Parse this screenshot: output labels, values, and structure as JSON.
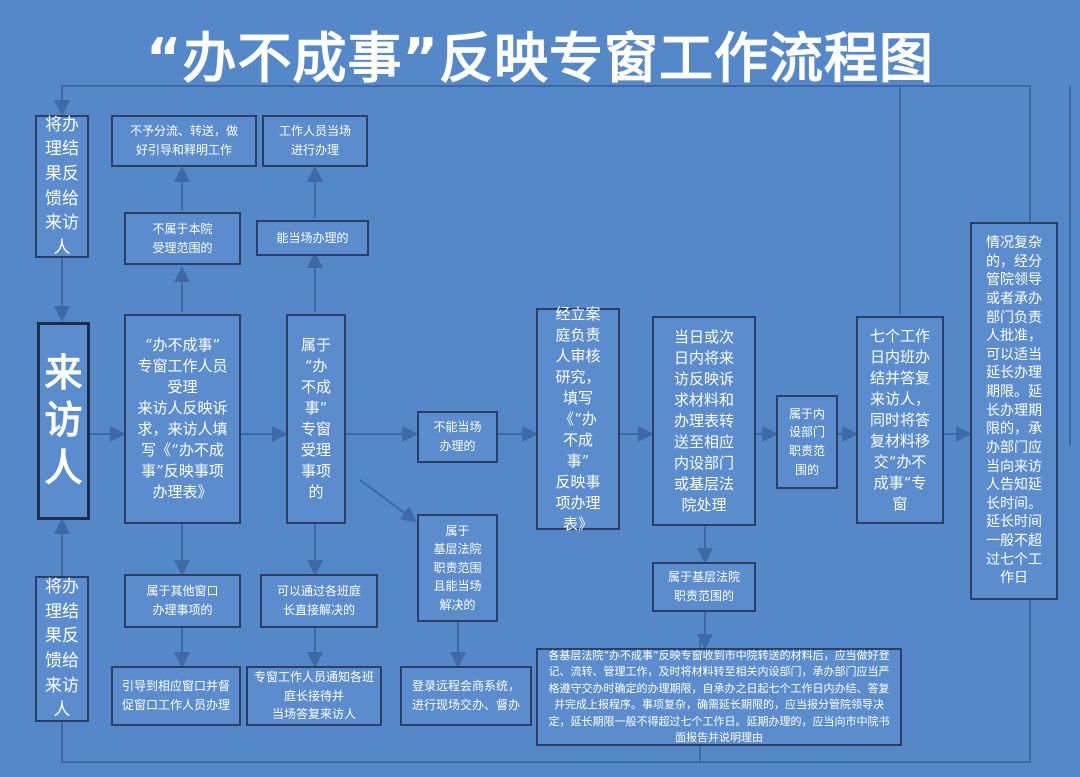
{
  "title": "“办不成事”反映专窗工作流程图",
  "boxes": {
    "feedback_top": "将办\n理结\n果反\n馈给\n来访\n人",
    "visitor": "来\n访\n人",
    "feedback_bottom": "将办\n理结\n果反\n馈给\n来访\n人",
    "no_divert": "不予分流、转送，做\n好引导和释明工作",
    "staff_onsite": "工作人员当场\n进行办理",
    "not_in_scope": "不属于本院\n受理范围的",
    "can_onsite": "能当场办理的",
    "accept": "“办不成事”\n专窗工作人员\n受理\n来访人反映诉\n求，来访人填\n写《“办不成\n事”反映事项\n办理表》",
    "belongs": "属于\n“办\n不成\n事”\n专窗\n受理\n事项\n的",
    "other_window": "属于其他窗口\n办理事项的",
    "tingzhang": "可以通过各班庭\n长直接解决的",
    "guide_window": "引导到相应窗口并督\n促窗口工作人员办理",
    "notify_tingzhang": "专窗工作人员通知各班\n庭长接待并\n当场答复来访人",
    "cannot_onsite": "不能当场\n办理的",
    "grassroots_scope": "属于\n基层法院\n职责范围\n且能当场\n解决的",
    "remote": "登录远程会商系统，\n进行现场交办、督办",
    "review": "经立案\n庭负责\n人审核\n研究，\n填写\n《“办\n不成\n事”\n反映事\n项办理\n表》",
    "transfer": "当日或次\n日内将来\n访反映诉\n求材料和\n办理表转\n送至相应\n内设部门\n或基层法\n院处理",
    "dept_scope": "属于内\n设部门\n职责范\n围的",
    "grassroots_scope2": "属于基层法院\n职责范围的",
    "seven_days": "七个工作\n日内班办\n结并答复\n来访人，\n同时将答\n复材料移\n交“办不\n成事”专\n窗",
    "complex": "情况复杂\n的，经分\n管院领导\n或者承办\n部门负责\n人批准，\n可以适当\n延长办理\n期限。延\n长办理期\n限的，承\n办部门应\n当向来访\n人告知延\n长时间。\n延长时间\n一般不超\n过七个工\n作日",
    "grassroots_note": "各基层法院“办不成事”反映专窗收到市中院转送的材料后，应当做好登记、流转、管理工作，及时将材料转至相关内设部门，承办部门应当严格遵守交办时确定的办理期限，自承办之日起七个工作日内办结、答复并完成上报程序。事项复杂，确需延长期限的，应当报分管院领导决定，延长期限一般不得超过七个工作日。延期办理的，应当向市中院书面报告并说明理由"
  },
  "colors": {
    "background": "#5588c9",
    "box_border": "#2c3f63",
    "line": "#3d6aa6"
  }
}
